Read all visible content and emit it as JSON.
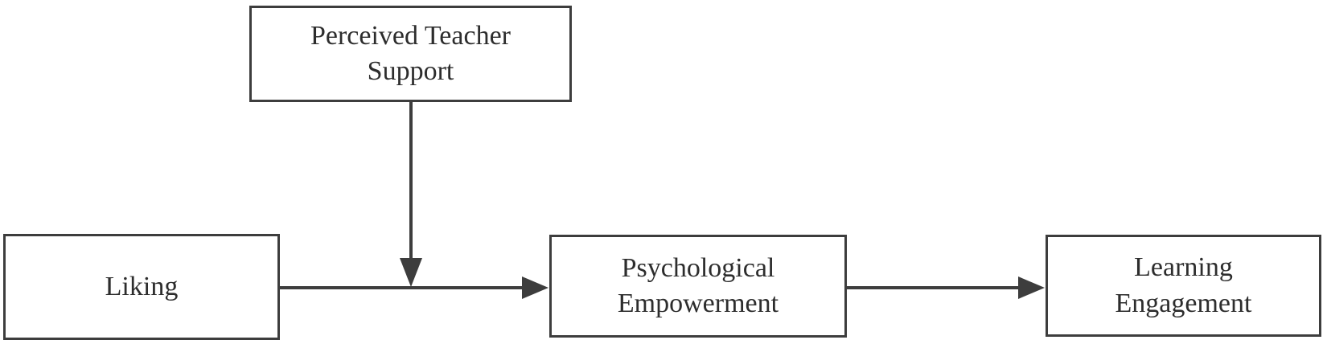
{
  "diagram": {
    "type": "path-model",
    "nodes": {
      "teacher_support": {
        "label": "Perceived Teacher Support",
        "role": "moderator"
      },
      "liking": {
        "label": "Liking",
        "role": "predictor"
      },
      "empowerment": {
        "label": "Psychological Empowerment",
        "role": "mediator"
      },
      "engagement": {
        "label": "Learning Engagement",
        "role": "outcome"
      }
    },
    "edges": [
      {
        "from": "Liking",
        "to": "Psychological Empowerment",
        "style": "solid-arrow"
      },
      {
        "from": "Psychological Empowerment",
        "to": "Learning Engagement",
        "style": "solid-arrow"
      },
      {
        "from": "Perceived Teacher Support",
        "to": "path Liking to Psychological Empowerment",
        "style": "solid-arrow-onto-path"
      }
    ],
    "colors": {
      "line": "#3d3d3d",
      "text": "#2d2d2d",
      "background": "#ffffff"
    }
  }
}
